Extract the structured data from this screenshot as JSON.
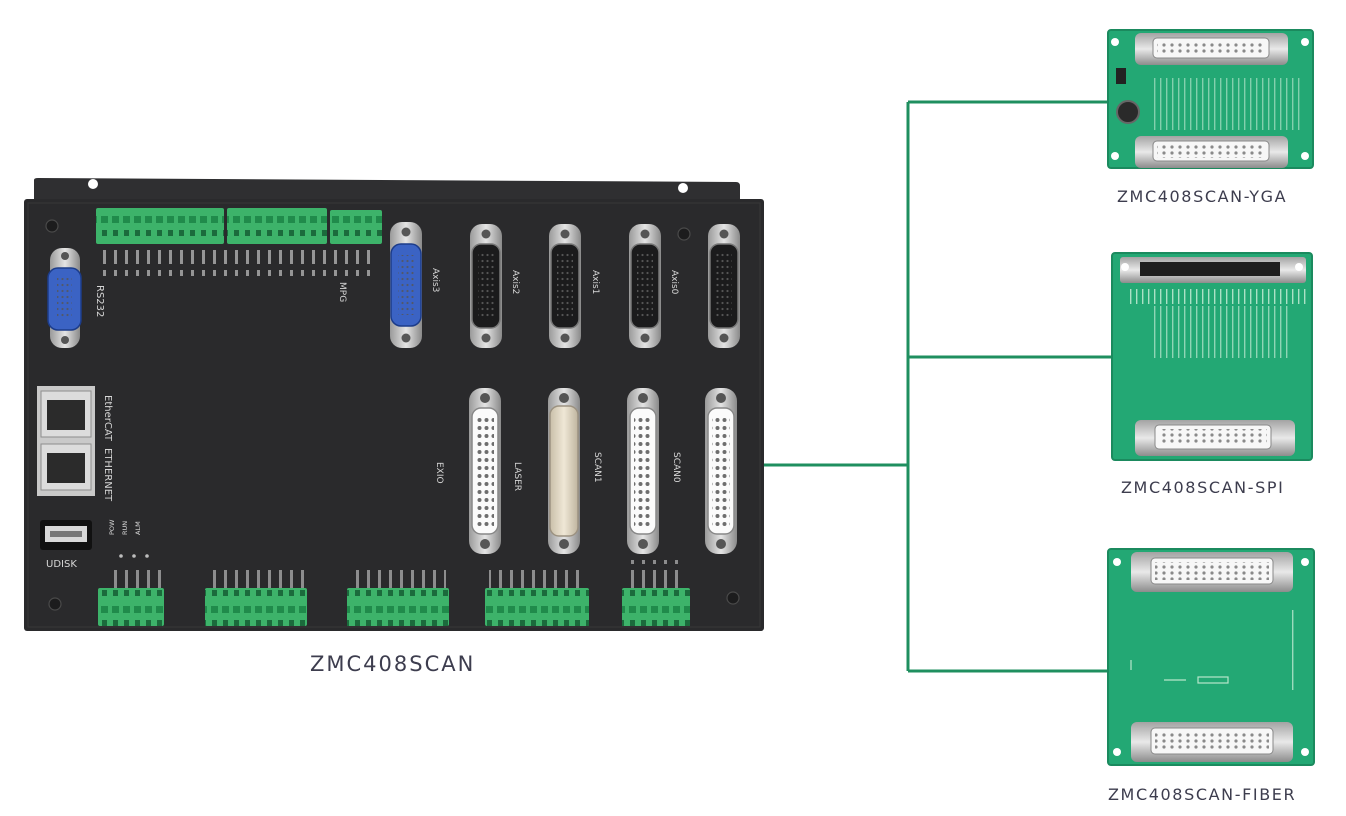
{
  "captions": {
    "main": "ZMC408SCAN",
    "yga": "ZMC408SCAN-YGA",
    "spi": "ZMC408SCAN-SPI",
    "fiber": "ZMC408SCAN-FIBER"
  },
  "controller": {
    "port_labels": {
      "rs232": "RS232",
      "ethercat": "EtherCAT",
      "ethernet": "ETHERNET",
      "udisk": "UDISK",
      "mpg": "MPG",
      "axis3": "Axis3",
      "axis2": "Axis2",
      "axis1": "Axis1",
      "axis0": "Axis0",
      "exio": "EXIO",
      "laser": "LASER",
      "scan1": "SCAN1",
      "scan0": "SCAN0"
    },
    "led_labels": [
      "POW",
      "RUN",
      "ALM"
    ]
  },
  "colors": {
    "connector_line": "#1f8f5f",
    "panel": "#2a2a2c",
    "terminal": "#3db36a",
    "pcb": "#23a874",
    "db_blue": "#3b63c4"
  }
}
